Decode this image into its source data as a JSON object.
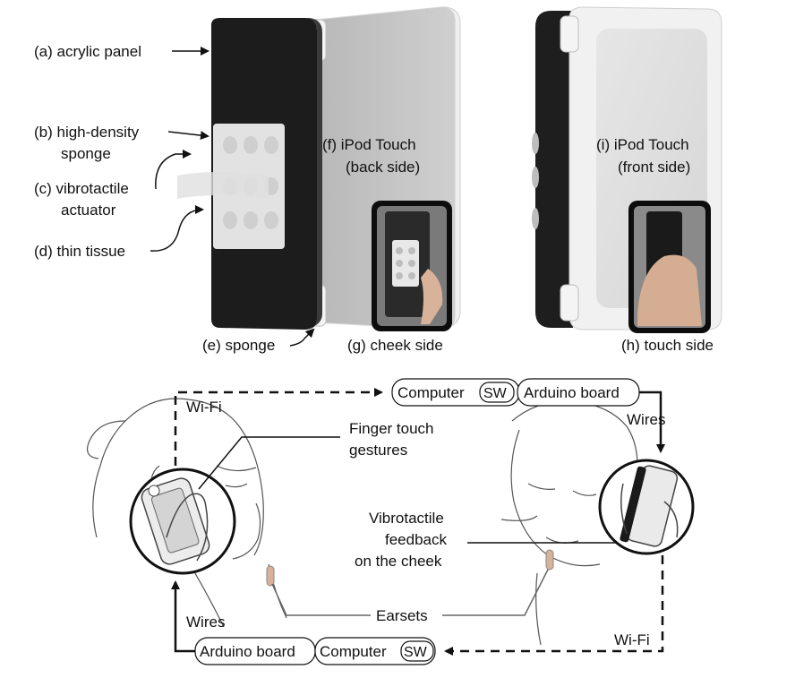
{
  "top": {
    "labels": {
      "acrylic_panel": "(a) acrylic panel",
      "sponge_b_line1": "(b) high-density",
      "sponge_b_line2": "sponge",
      "actuator_line1": "(c) vibrotactile",
      "actuator_line2": "actuator",
      "tissue": "(d) thin tissue",
      "sponge_e": "(e) sponge",
      "ipod_back_line1": "(f) iPod Touch",
      "ipod_back_line2": "(back side)",
      "cheek_side": "(g) cheek side",
      "touch_side": "(h) touch side",
      "ipod_front_line1": "(i) iPod Touch",
      "ipod_front_line2": "(front side)"
    }
  },
  "bottom": {
    "top_chain": {
      "computer": "Computer",
      "sw": "SW",
      "arduino": "Arduino board"
    },
    "bottom_chain": {
      "arduino": "Arduino board",
      "computer": "Computer",
      "sw": "SW"
    },
    "labels": {
      "wifi_left": "Wi-Fi",
      "wifi_right": "Wi-Fi",
      "wires_right": "Wires",
      "wires_left": "Wires",
      "finger_line1": "Finger touch",
      "finger_line2": "gestures",
      "vib_line1": "Vibrotactile",
      "vib_line2": "feedback",
      "vib_line3": "on the cheek",
      "earsets": "Earsets"
    }
  },
  "colors": {
    "acrylic": "#1c1c1c",
    "ipod_body": "#c4c4c4",
    "ipod_edge": "#eeeeee",
    "sponge": "#f2f2f2"
  }
}
